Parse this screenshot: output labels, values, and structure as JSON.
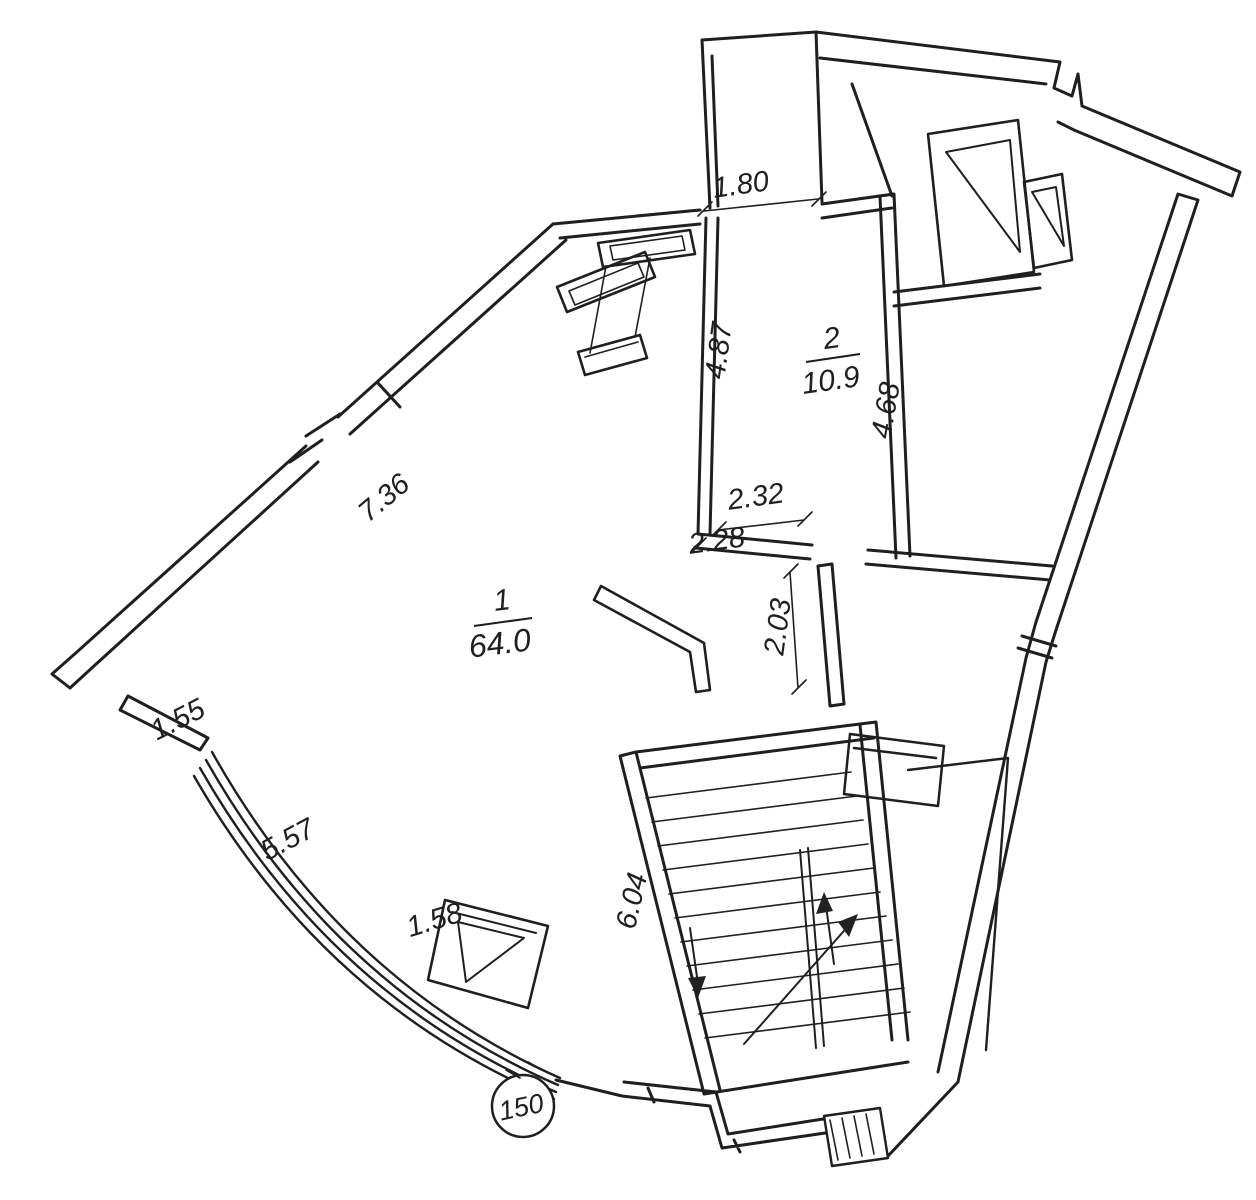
{
  "rooms": {
    "room1": {
      "number": "1",
      "area": "64.0"
    },
    "room2": {
      "number": "2",
      "area": "10.9"
    }
  },
  "dimensions": {
    "top_opening": "1.80",
    "room2_left_wall": "4.87",
    "adjacent_room_wall": "4.68",
    "room2_bottom_opening": "2.32",
    "room2_bottom_wall": "2.28",
    "corridor_width": "2.03",
    "upper_left_wall": "7.36",
    "lower_left_wall": "1.55",
    "curved_wall": "5.57",
    "curved_window": "1.58",
    "stair_wall": "6.04"
  },
  "marker": {
    "label": "150"
  },
  "colors": {
    "line": "#1f1f1f",
    "background": "#ffffff"
  }
}
